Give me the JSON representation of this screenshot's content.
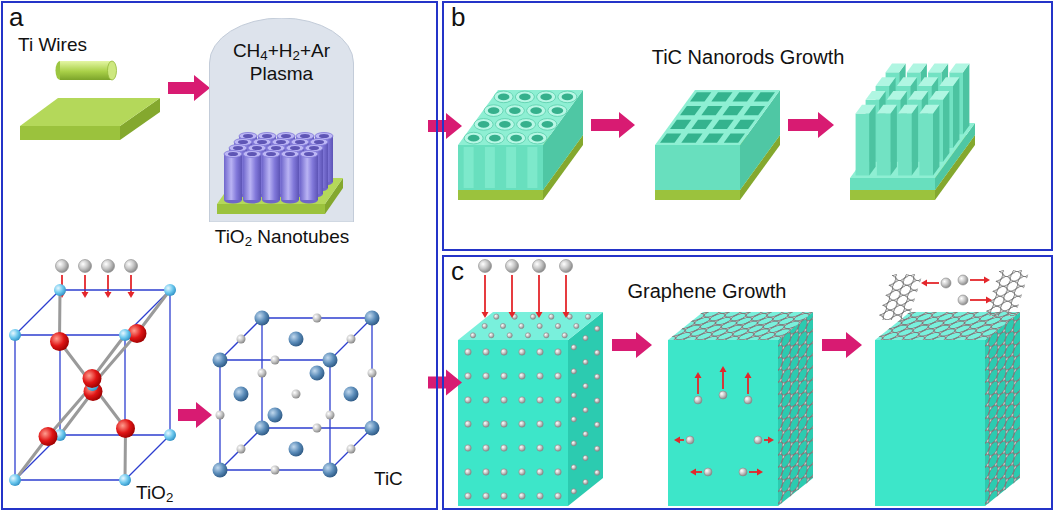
{
  "diagram": {
    "nodes": [
      {
        "text": [
          "a"
        ]
      },
      {
        "text": [
          "CH4+H2+Ar Plasma"
        ],
        "in": 0
      },
      {
        "text": [
          "b",
          "TiC Nanorods Growth"
        ]
      },
      {
        "text": [
          "c",
          "Graphene Growth"
        ]
      }
    ],
    "edges": [
      {
        "from": 0,
        "to": 2,
        "arrow": "to"
      },
      {
        "from": 0,
        "to": 3,
        "arrow": "to"
      }
    ],
    "labels": [
      "Ti Wires",
      "TiO2 Nanotubes",
      "TiO2",
      "TiC"
    ]
  }
}
